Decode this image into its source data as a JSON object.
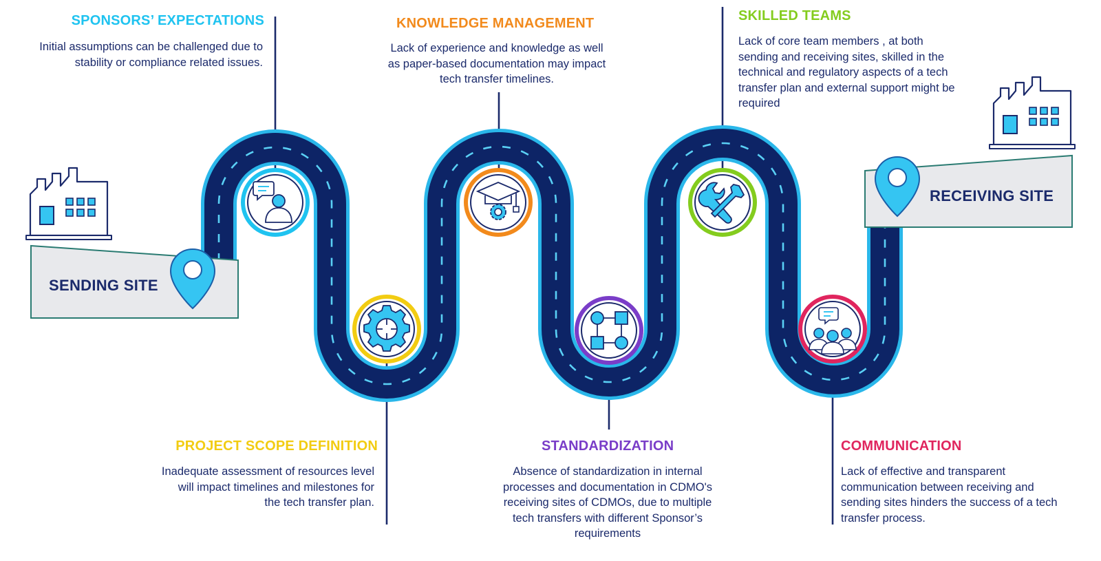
{
  "colors": {
    "road_dark": "#0d2466",
    "road_edge": "#2ab7ea",
    "road_dash": "#5ad0f5",
    "icon_fill": "#35c5f2",
    "site_box": "#e8e9ec",
    "site_box_border": "#2a7b72",
    "text": "#1b2a6b"
  },
  "sites": {
    "sending": {
      "label": "SENDING SITE",
      "icon": "factory-icon",
      "marker": "location-pin-icon"
    },
    "receiving": {
      "label": "RECEIVING SITE",
      "icon": "factory-icon",
      "marker": "location-pin-icon"
    }
  },
  "milestones": [
    {
      "title": "SPONSORS’ EXPECTATIONS",
      "color": "#1fc3f0",
      "text": "Initial assumptions can be challenged due to stability or compliance related issues.",
      "icon": "person-chat-icon"
    },
    {
      "title": "PROJECT SCOPE DEFINITION",
      "color": "#f2cc12",
      "text": "Inadequate assessment of resources level will impact timelines and milestones for the tech transfer plan.",
      "icon": "gear-target-icon"
    },
    {
      "title": "KNOWLEDGE MANAGEMENT",
      "color": "#f28a1c",
      "text": "Lack of experience and knowledge as well as paper-based documentation may impact tech transfer timelines.",
      "icon": "graduation-cap-gear-icon"
    },
    {
      "title": "STANDARDIZATION",
      "color": "#7a3dc8",
      "text": "Absence of standardization in internal processes and documentation in CDMO's receiving sites of CDMOs, due to multiple tech transfers with different Sponsor’s requirements",
      "icon": "process-flow-icon"
    },
    {
      "title": "SKILLED TEAMS",
      "color": "#84cc1e",
      "text": "Lack of core team members , at both sending and receiving sites, skilled in the technical and regulatory aspects of a tech transfer plan and external support might be required",
      "icon": "wrench-screwdriver-icon"
    },
    {
      "title": "COMMUNICATION",
      "color": "#e0255e",
      "text": "Lack of effective and transparent communication between receiving and sending sites hinders the success of a tech transfer process.",
      "icon": "team-chat-icon"
    }
  ]
}
